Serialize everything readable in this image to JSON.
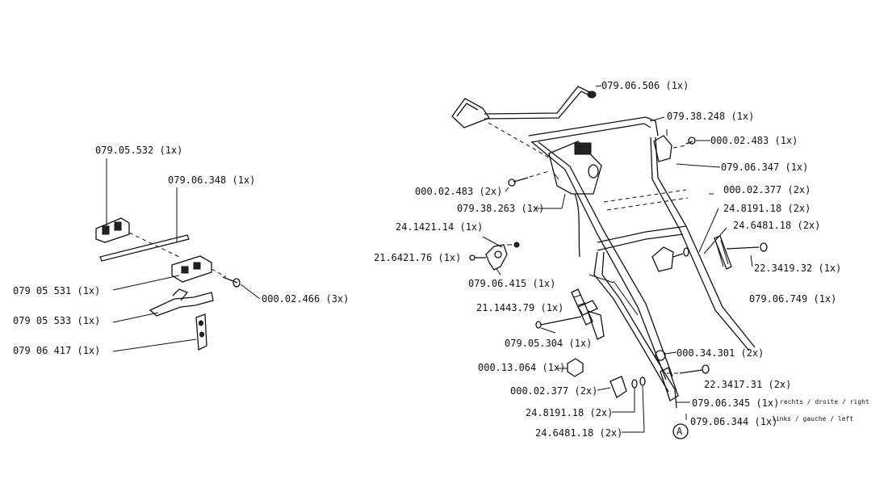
{
  "left_group": {
    "labels": {
      "p079_05_532": "079.05.532 (1x)",
      "p079_06_348": "079.06.348 (1x)",
      "p079_05_531": "079 05 531 (1x)",
      "p000_02_466": "000.02.466 (3x)",
      "p079_05_533": "079 05 533 (1x)",
      "p079_06_417": "079 06 417 (1x)"
    }
  },
  "right_group": {
    "labels": {
      "p079_06_506": "079.06.506 (1x)",
      "p079_38_248": "079.38.248 (1x)",
      "p000_02_483_r": "000.02.483 (1x)",
      "p079_06_347": "079.06.347 (1x)",
      "p000_02_377_r": "000.02.377 (2x)",
      "p24_8191_18_r": "24.8191.18 (2x)",
      "p24_6481_18_r": "24.6481.18 (2x)",
      "p22_3419_32": "22.3419.32 (1x)",
      "p000_02_483_l": "000.02.483 (2x)",
      "p079_38_263": "079.38.263 (1x)",
      "p24_1421_14": "24.1421.14 (1x)",
      "p21_6421_76": "21.6421.76 (1x)",
      "p079_06_415": "079.06.415 (1x)",
      "p079_06_749": "079.06.749 (1x)",
      "p21_1443_79": "21.1443.79 (1x)",
      "p079_05_304": "079.05.304 (1x)",
      "p000_34_301": "000.34.301 (2x)",
      "p000_13_064": "000.13.064 (1x)",
      "p22_3417_31": "22.3417.31 (2x)",
      "p000_02_377_l": "000.02.377 (2x)",
      "p079_06_345": "079.06.345 (1x)",
      "note_rechts": "rechts / droite / right",
      "p24_8191_18_l": "24.8191.18 (2x)",
      "p079_06_344": "079.06.344 (1x)",
      "note_links": "links / gauche / left",
      "p24_6481_18_l": "24.6481.18 (2x)",
      "marker_a": "A"
    }
  }
}
